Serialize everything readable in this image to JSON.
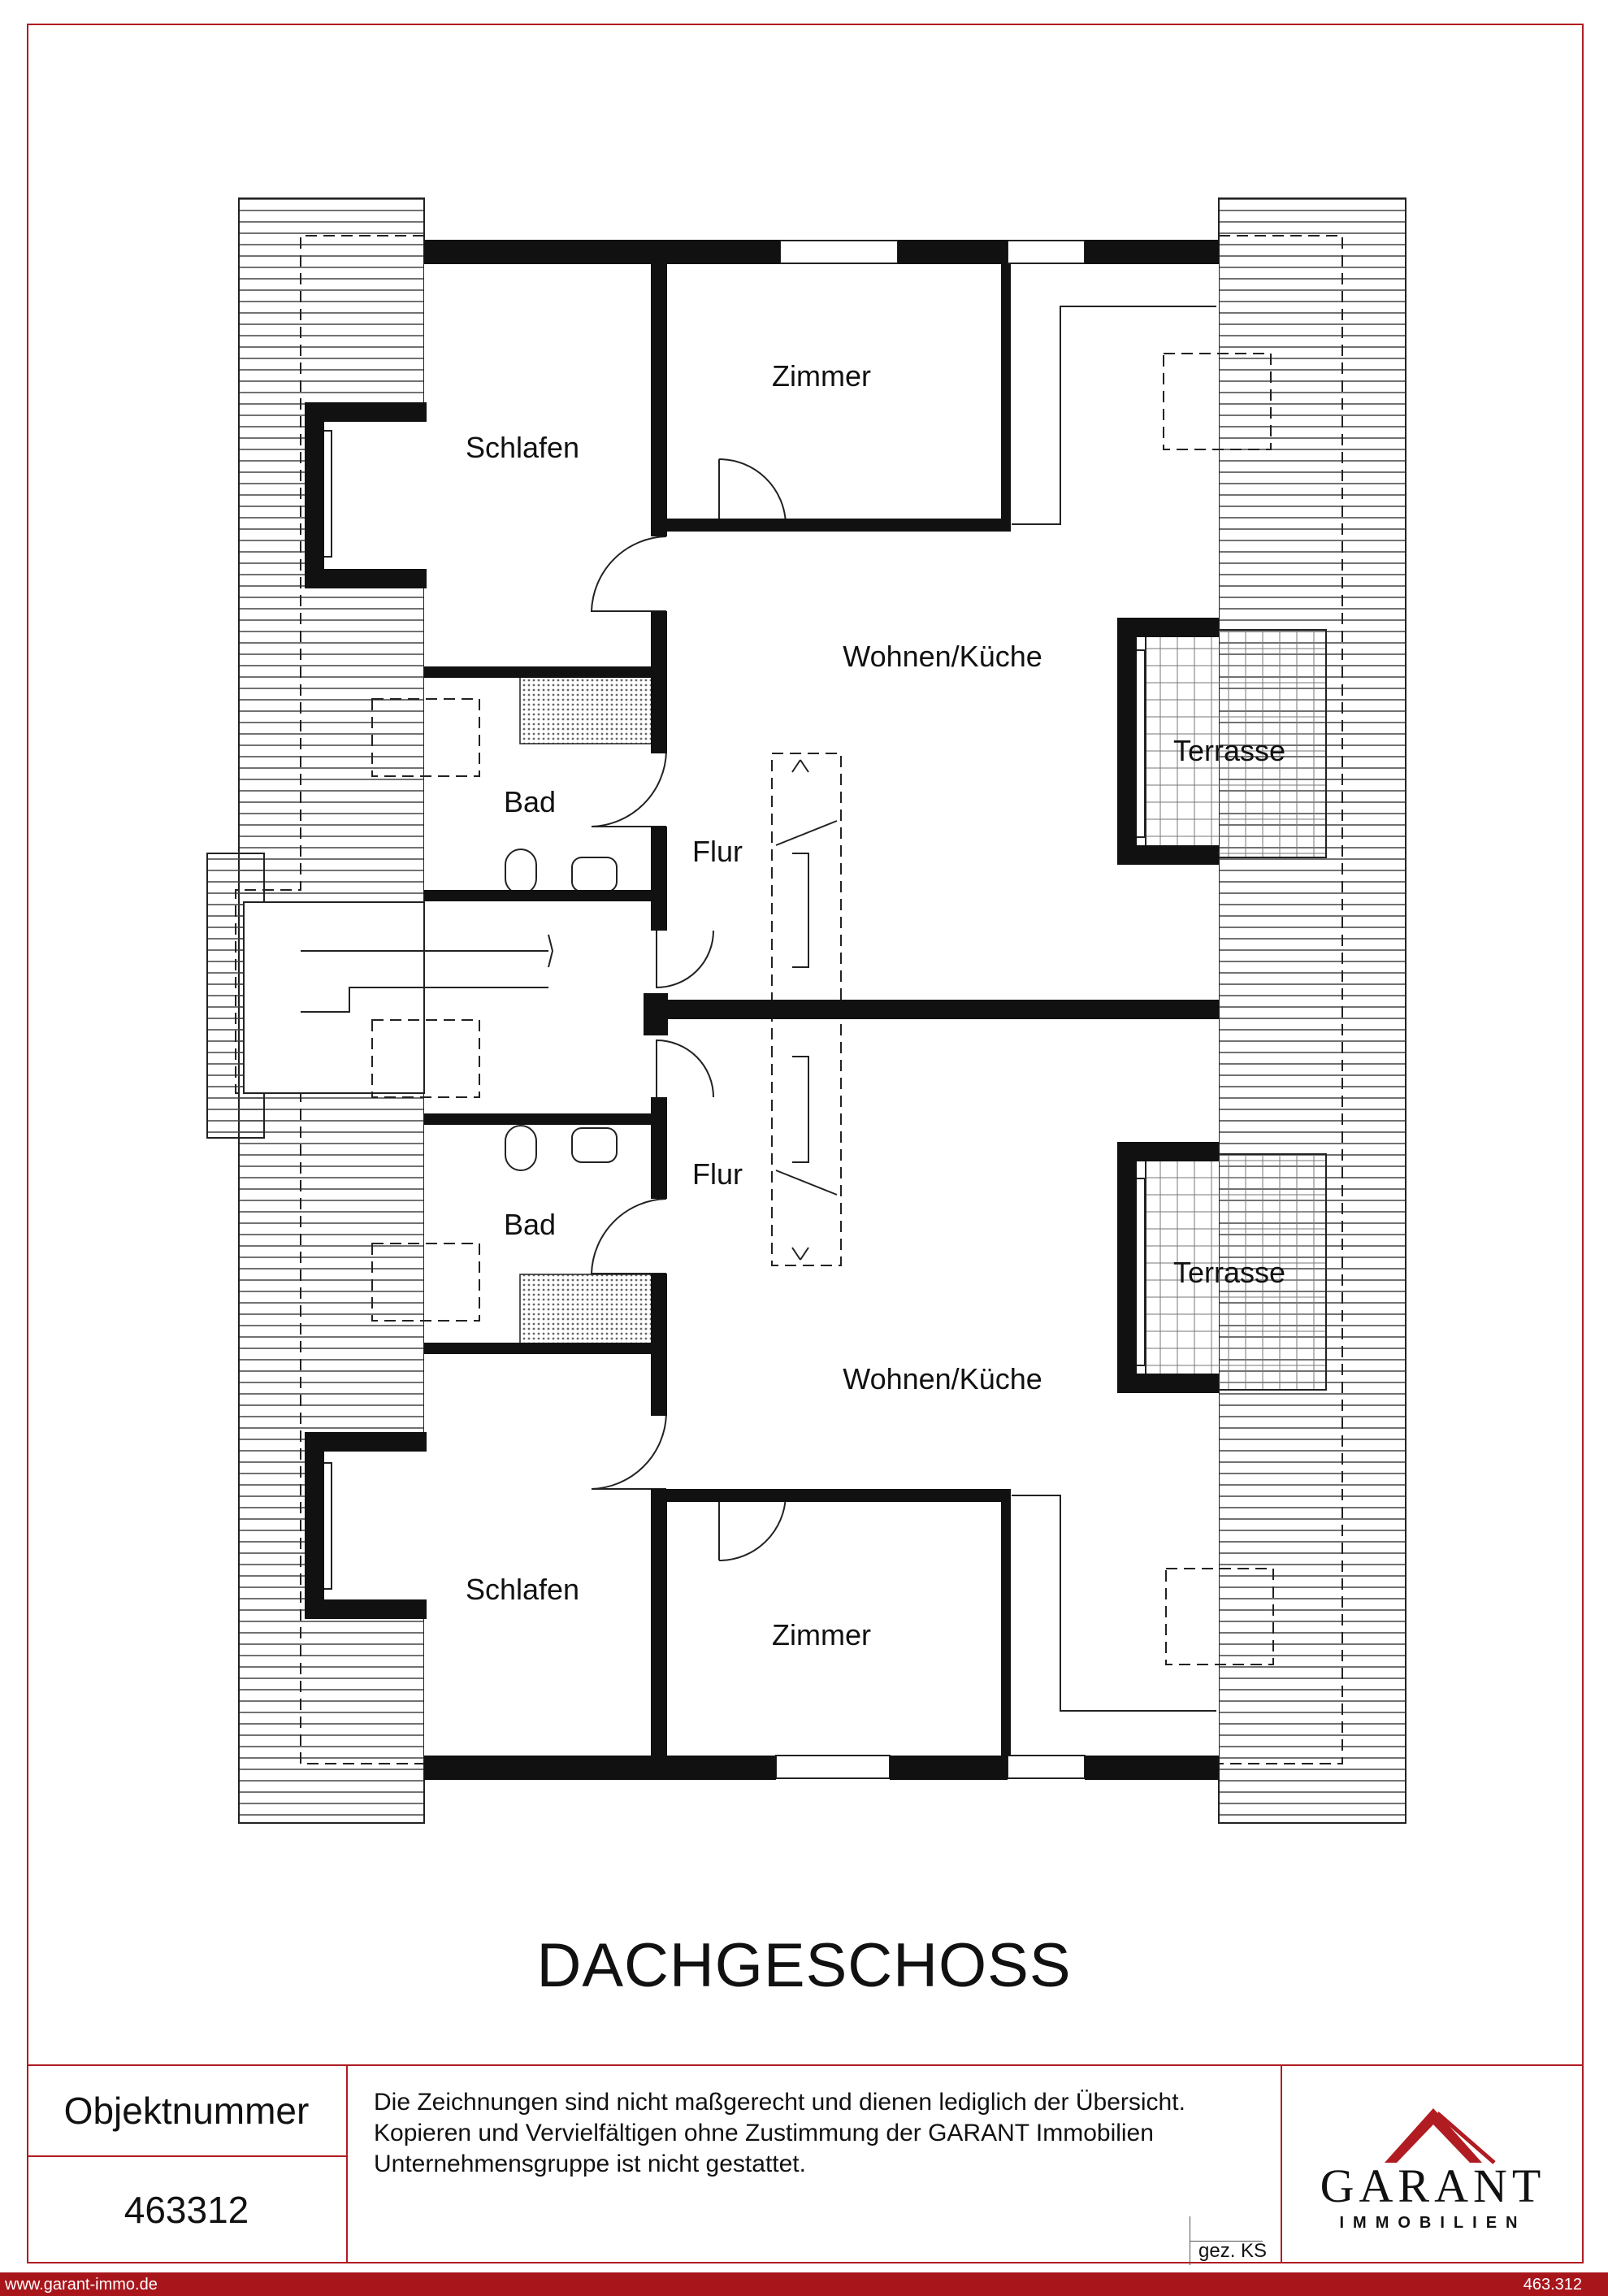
{
  "plan": {
    "rooms": [
      {
        "key": "zimmer_top",
        "label": "Zimmer"
      },
      {
        "key": "schlafen_top",
        "label": "Schlafen"
      },
      {
        "key": "wohnen_top",
        "label": "Wohnen/Küche"
      },
      {
        "key": "terrasse_top",
        "label": "Terrasse"
      },
      {
        "key": "bad_top",
        "label": "Bad"
      },
      {
        "key": "flur_top",
        "label": "Flur"
      },
      {
        "key": "flur_bottom",
        "label": "Flur"
      },
      {
        "key": "bad_bottom",
        "label": "Bad"
      },
      {
        "key": "terrasse_bottom",
        "label": "Terrasse"
      },
      {
        "key": "wohnen_bottom",
        "label": "Wohnen/Küche"
      },
      {
        "key": "schlafen_bottom",
        "label": "Schlafen"
      },
      {
        "key": "zimmer_bottom",
        "label": "Zimmer"
      }
    ]
  },
  "title": "DACHGESCHOSS",
  "titleblock": {
    "objekt_label": "Objektnummer",
    "objekt_number": "463312",
    "note_lines": [
      "Die Zeichnungen sind nicht maßgerecht und dienen lediglich der Übersicht.",
      "Kopieren und Vervielfältigen ohne Zustimmung der GARANT Immobilien",
      "Unternehmensgruppe ist nicht gestattet."
    ],
    "drawn_by": "gez. KS"
  },
  "logo": {
    "word": "GARANT",
    "sub": "IMMOBILIEN",
    "accent_color": "#b01c22"
  },
  "footer": {
    "website": "www.garant-immo.de",
    "number": "463.312",
    "color": "#a8161c"
  }
}
